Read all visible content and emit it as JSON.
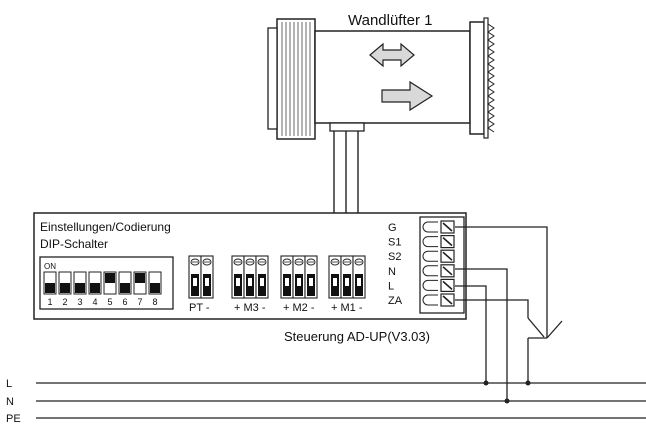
{
  "fan": {
    "title": "Wandlüfter 1"
  },
  "controller": {
    "heading_1": "Einstellungen/Codierung",
    "heading_2": "DIP-Schalter",
    "dip_on_label": "ON",
    "dip_numbers": [
      "1",
      "2",
      "3",
      "4",
      "5",
      "6",
      "7",
      "8"
    ],
    "dip_states": [
      0,
      0,
      0,
      0,
      1,
      0,
      1,
      0
    ],
    "terminal_groups": [
      {
        "label": "PT -"
      },
      {
        "label": "+ M3 -"
      },
      {
        "label": "+ M2 -"
      },
      {
        "label": "+ M1 -"
      }
    ],
    "right_terminal_labels": [
      "G",
      "S1",
      "S2",
      "N",
      "L",
      "ZA"
    ],
    "name": "Steuerung AD-UP(V3.03)"
  },
  "mains": {
    "lines": [
      "L",
      "N",
      "PE"
    ]
  }
}
